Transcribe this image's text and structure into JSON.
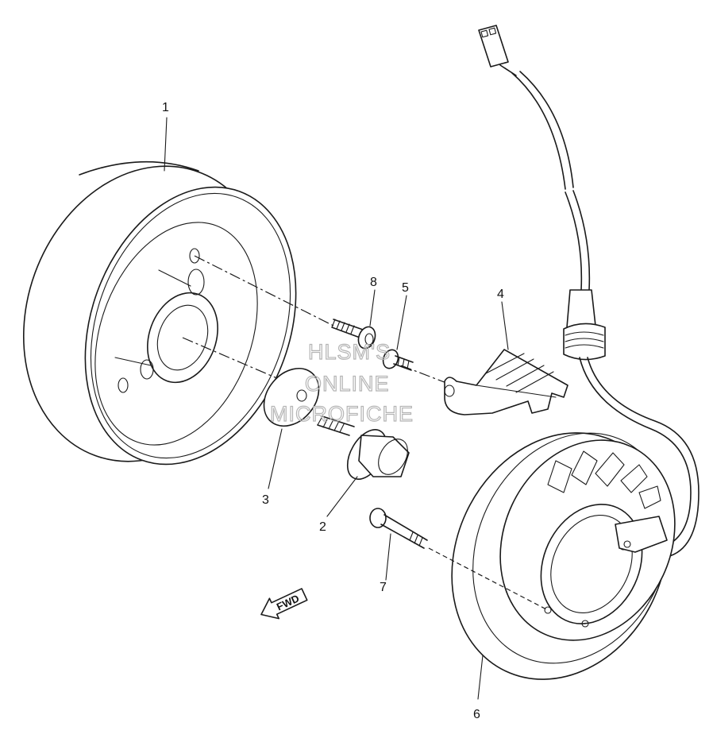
{
  "callouts": {
    "p1": "1",
    "p2": "2",
    "p3": "3",
    "p4": "4",
    "p5": "5",
    "p6": "6",
    "p7": "7",
    "p8": "8"
  },
  "watermark": {
    "line1": "HLSM'S",
    "line2": "ONLINE",
    "line3": "MICROFICHE",
    "color": "#b5b5b5"
  },
  "direction_arrow": {
    "label": "FWD"
  }
}
